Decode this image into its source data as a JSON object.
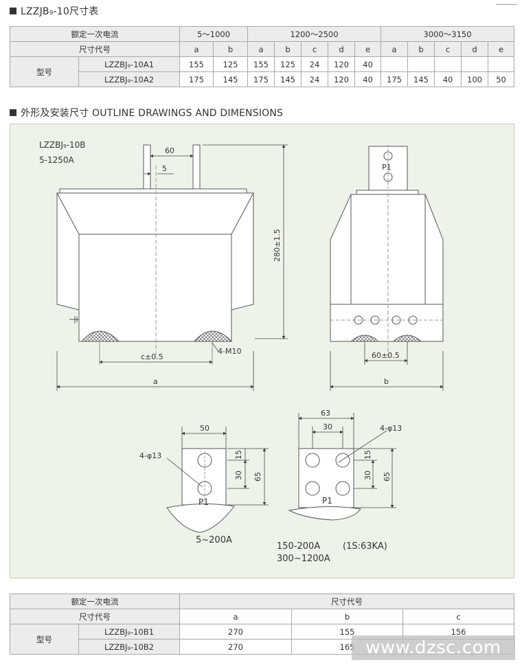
{
  "table1": {
    "title": "LZZJB₉-10尺寸表",
    "row_rated": "额定一次电流",
    "row_code": "尺寸代号",
    "model_label": "型号",
    "current_groups": [
      "5～1000",
      "1200～2500",
      "3000～3150"
    ],
    "codes": [
      "a",
      "b",
      "a",
      "b",
      "c",
      "d",
      "e",
      "a",
      "b",
      "c",
      "d",
      "e"
    ],
    "rows": [
      {
        "model": "LZZBJ₉-10A1",
        "values": [
          "155",
          "125",
          "155",
          "125",
          "24",
          "120",
          "40",
          "",
          "",
          "",
          "",
          ""
        ]
      },
      {
        "model": "LZZBJ₉-10A2",
        "values": [
          "175",
          "145",
          "175",
          "145",
          "24",
          "120",
          "40",
          "175",
          "145",
          "40",
          "100",
          "50"
        ]
      }
    ]
  },
  "section2": {
    "title": "外形及安装尺寸  OUTLINE DRAWINGS AND DIMENSIONS"
  },
  "drawing": {
    "model": "LZZBJ₉-10B",
    "range": "5-1250A",
    "dim_60": "60",
    "dim_5": "5",
    "dim_height": "280±1.5",
    "dim_c": "c±0.5",
    "dim_m10": "4-M10",
    "dim_a": "a",
    "dim_b": "b",
    "dim_60b": "60±0.5",
    "p1": "P1",
    "small1": {
      "w": "50",
      "hole": "4-φ13",
      "d15": "15",
      "d30": "30",
      "d65": "65",
      "label": "5~200A",
      "p1": "P1"
    },
    "small2": {
      "w63": "63",
      "w30": "30",
      "hole": "4-φ13",
      "d15": "15",
      "d30": "30",
      "d65": "65",
      "label1": "150-200A",
      "label2": "(1S:63KA)",
      "label3": "300~1200A",
      "p1": "P1"
    }
  },
  "table2": {
    "row_rated": "额定一次电流",
    "col_header": "尺寸代号",
    "row_code": "尺寸代号",
    "model_label": "型号",
    "codes": [
      "a",
      "b",
      "c"
    ],
    "rows": [
      {
        "model": "LZZBJ₉-10B1",
        "values": [
          "270",
          "155",
          "156"
        ]
      },
      {
        "model": "LZZBJ₉-10B2",
        "values": [
          "270",
          "165",
          ""
        ]
      }
    ]
  },
  "watermark": "www.dzsc.com"
}
